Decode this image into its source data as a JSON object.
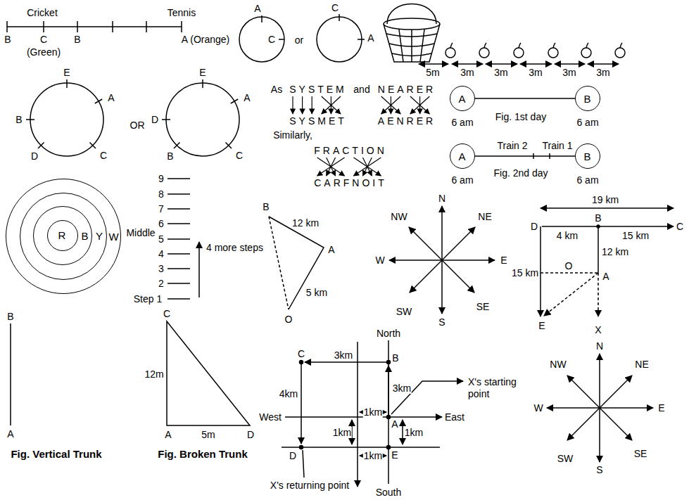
{
  "diagram": {
    "nodes": [
      {
        "text": [
          "A"
        ]
      },
      {
        "text": [
          "B"
        ]
      },
      {
        "text": [
          "A"
        ]
      },
      {
        "text": [
          "B"
        ]
      },
      {
        "text": [
          "W"
        ]
      },
      {
        "text": [
          "Y"
        ],
        "in": 4
      },
      {
        "text": [
          "B"
        ],
        "in": 5
      },
      {
        "text": [
          "R"
        ],
        "in": 6
      }
    ],
    "edges": [
      {
        "from": 0,
        "to": 1,
        "arrow": "none"
      },
      {
        "from": 2,
        "to": 3,
        "arrow": "none"
      }
    ],
    "labels": [
      "Cricket",
      "Tennis",
      "B",
      "C",
      "B",
      "A (Orange)",
      "(Green)",
      "A",
      "C",
      "or",
      "C",
      "A",
      "5m",
      "3m",
      "3m",
      "3m",
      "3m",
      "3m",
      "E",
      "A",
      "B",
      "C",
      "D",
      "OR",
      "E",
      "A",
      "D",
      "C",
      "B",
      "As",
      "SYSTEM",
      "and",
      "NEARER",
      "SYSMET",
      "AENRER",
      "Similarly,",
      "FRACTION",
      "CARFNOIT",
      "Fig. 1st day",
      "6 am",
      "6 am",
      "Train 2",
      "Train 1",
      "Fig. 2nd day",
      "6 am",
      "6 am",
      "9",
      "8",
      "7",
      "6",
      "Middle",
      "5",
      "4 more steps",
      "4",
      "3",
      "2",
      "Step 1",
      "B",
      "12 km",
      "A",
      "5 km",
      "O",
      "N",
      "NW",
      "NE",
      "W",
      "E",
      "SW",
      "SE",
      "S",
      "19 km",
      "D",
      "B",
      "C",
      "4 km",
      "15 km",
      "12 km",
      "15 km",
      "O",
      "A",
      "E",
      "X",
      "B",
      "A",
      "Fig. Vertical Trunk",
      "C",
      "12m",
      "A",
      "5m",
      "D",
      "Fig. Broken Trunk",
      "North",
      "C",
      "3km",
      "B",
      "4km",
      "3km",
      "X's starting point",
      "West",
      "1km",
      "A",
      "East",
      "1km",
      "1km",
      "D",
      "E",
      "1km",
      "X's returning point",
      "South",
      "N",
      "NW",
      "NE",
      "W",
      "E",
      "SW",
      "SE",
      "S"
    ]
  }
}
